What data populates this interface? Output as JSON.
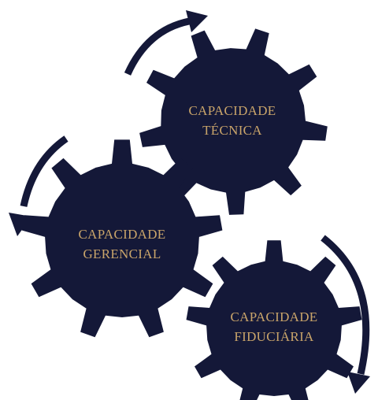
{
  "colors": {
    "gear": "#141838",
    "arrow": "#141838",
    "label": "#c9a46a",
    "background": "#ffffff"
  },
  "gears": [
    {
      "id": "tecnica",
      "line1": "CAPACIDADE",
      "line2": "TÉCNICA"
    },
    {
      "id": "gerencial",
      "line1": "CAPACIDADE",
      "line2": "GERENCIAL"
    },
    {
      "id": "fiduciaria",
      "line1": "CAPACIDADE",
      "line2": "FIDUCIÁRIA"
    }
  ],
  "arrows": [
    {
      "id": "top",
      "icon": "curved-arrow-clockwise-icon"
    },
    {
      "id": "left",
      "icon": "curved-arrow-counterclockwise-icon"
    },
    {
      "id": "right",
      "icon": "curved-arrow-clockwise-icon"
    }
  ]
}
